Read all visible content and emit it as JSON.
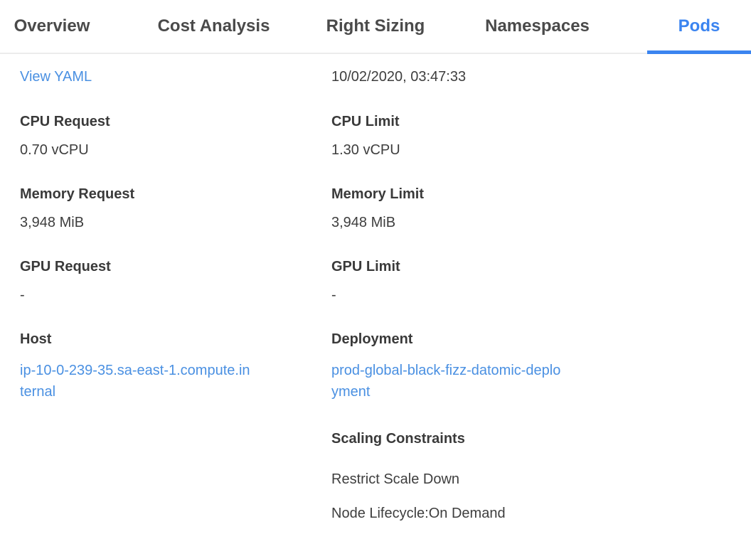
{
  "tabs": {
    "items": [
      {
        "label": "Overview",
        "active": false
      },
      {
        "label": "Cost Analysis",
        "active": false
      },
      {
        "label": "Right Sizing",
        "active": false
      },
      {
        "label": "Namespaces",
        "active": false
      },
      {
        "label": "Pods",
        "active": true
      }
    ]
  },
  "details": {
    "view_yaml_label": "View YAML",
    "timestamp": "10/02/2020, 03:47:33",
    "fields": {
      "cpu_request": {
        "label": "CPU Request",
        "value": "0.70 vCPU"
      },
      "cpu_limit": {
        "label": "CPU Limit",
        "value": "1.30 vCPU"
      },
      "memory_request": {
        "label": "Memory Request",
        "value": "3,948 MiB"
      },
      "memory_limit": {
        "label": "Memory Limit",
        "value": "3,948 MiB"
      },
      "gpu_request": {
        "label": "GPU Request",
        "value": "-"
      },
      "gpu_limit": {
        "label": "GPU Limit",
        "value": "-"
      },
      "host": {
        "label": "Host",
        "value": "ip-10-0-239-35.sa-east-1.compute.internal"
      },
      "deployment": {
        "label": "Deployment",
        "value": "prod-global-black-fizz-datomic-deployment"
      }
    },
    "scaling_constraints": {
      "label": "Scaling Constraints",
      "items": [
        "Restrict Scale Down",
        "Node Lifecycle:On Demand"
      ]
    }
  },
  "colors": {
    "accent_blue": "#3b84f0",
    "link_blue": "#4a90e2",
    "text_dark": "#3e3e3e",
    "tab_text": "#4a4a4a",
    "tab_border": "#ececec"
  }
}
